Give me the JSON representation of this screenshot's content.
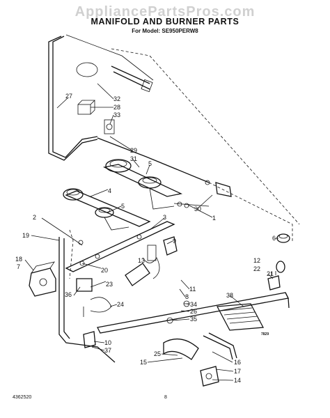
{
  "header": {
    "watermark": "AppliancePartsPros.com",
    "title": "MANIFOLD AND BURNER PARTS",
    "subtitle": "For Model: SE950PERW8"
  },
  "footer": {
    "doc_number": "4362520",
    "page_number": "8",
    "illustration_code": "7829"
  },
  "callouts": {
    "c27": "27",
    "c32": "32",
    "c28": "28",
    "c33": "33",
    "c29": "29",
    "c31": "31",
    "c5a": "5",
    "c4": "4",
    "c5b": "5",
    "c30": "30",
    "c1": "1",
    "c3": "3",
    "c2": "2",
    "c19": "19",
    "c18": "18",
    "c7": "7",
    "c6": "6",
    "c12": "12",
    "c22": "22",
    "c9": "9",
    "c13": "13",
    "c20": "20",
    "c23": "23",
    "c36": "36",
    "c24": "24",
    "c11": "11",
    "c8": "8",
    "c21": "21",
    "c38": "38",
    "c34": "34",
    "c26": "26",
    "c35": "35",
    "c10": "10",
    "c37": "37",
    "c25": "25",
    "c15": "15",
    "c16": "16",
    "c17": "17",
    "c14": "14"
  }
}
